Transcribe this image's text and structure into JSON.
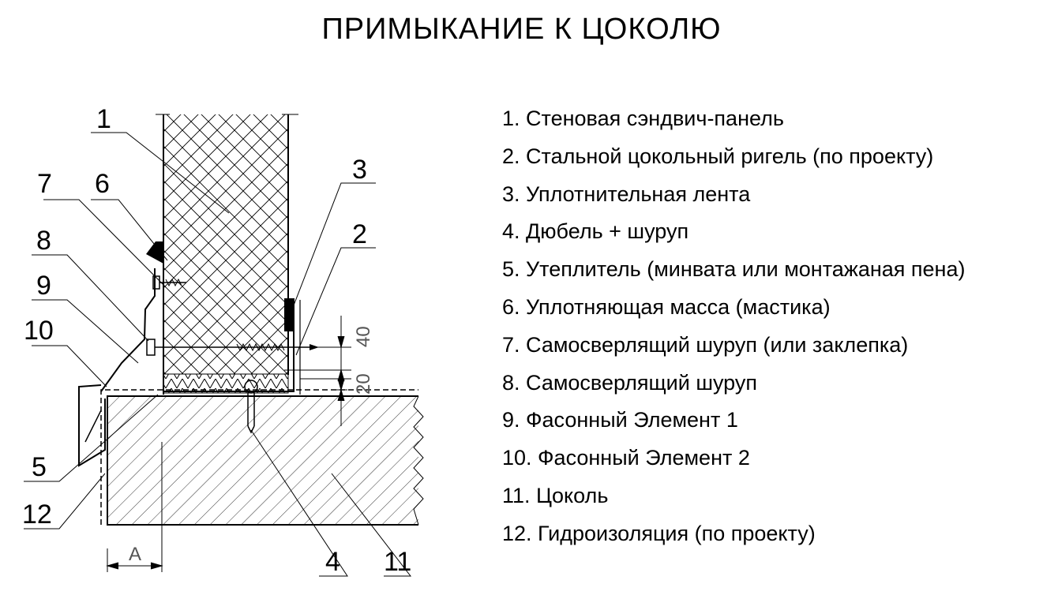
{
  "title": "ПРИМЫКАНИЕ К ЦОКОЛЮ",
  "legend": [
    "1. Стеновая сэндвич-панель",
    "2. Стальной цокольный ригель (по проекту)",
    "3. Уплотнительная лента",
    "4. Дюбель + шуруп",
    "5. Утеплитель (минвата или монтажаная пена)",
    "6. Уплотняющая масса (мастика)",
    "7. Самосверлящий шуруп (или заклепка)",
    "8. Самосверлящий шуруп",
    "9. Фасонный Элемент 1",
    "10. Фасонный Элемент 2",
    "11. Цоколь",
    "12. Гидроизоляция (по проекту)"
  ],
  "callouts": {
    "c1": "1",
    "c2": "2",
    "c3": "3",
    "c4": "4",
    "c5": "5",
    "c6": "6",
    "c7": "7",
    "c8": "8",
    "c9": "9",
    "c10": "10",
    "c11": "11",
    "c12": "12"
  },
  "dimensions": {
    "d40": "40",
    "d20": "20",
    "dA": "A"
  }
}
